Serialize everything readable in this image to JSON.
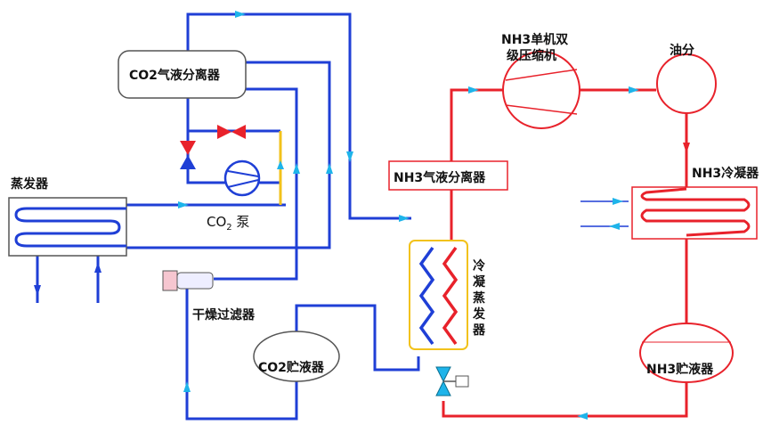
{
  "labels": {
    "co2_separator": "CO2气液分离器",
    "evaporator": "蒸发器",
    "co2_pump_label_main": "CO",
    "co2_pump_label_sub": "2",
    "co2_pump_label_tail": " 泵",
    "dryer_filter": "干燥过滤器",
    "co2_receiver": "CO2贮液器",
    "nh3_compressor_line1": "NH3单机双",
    "nh3_compressor_line2": "级压缩机",
    "oil_separator": "油分",
    "nh3_condenser": "NH3冷凝器",
    "nh3_separator": "NH3气液分离器",
    "cascade_evaporator": "冷凝蒸发器",
    "nh3_receiver": "NH3贮液器"
  },
  "colors": {
    "co2_circuit": "#1f3fd6",
    "nh3_circuit": "#e8222b",
    "co2_pump_line": "#f2c21b",
    "arrows": "#1eb4ea",
    "valve_red": "#e8222b",
    "valve_blue": "#1f3fd6",
    "expansion_valve": "#1eb4ea",
    "hx_frame": "#f2c21b",
    "box_border": "#555555"
  }
}
